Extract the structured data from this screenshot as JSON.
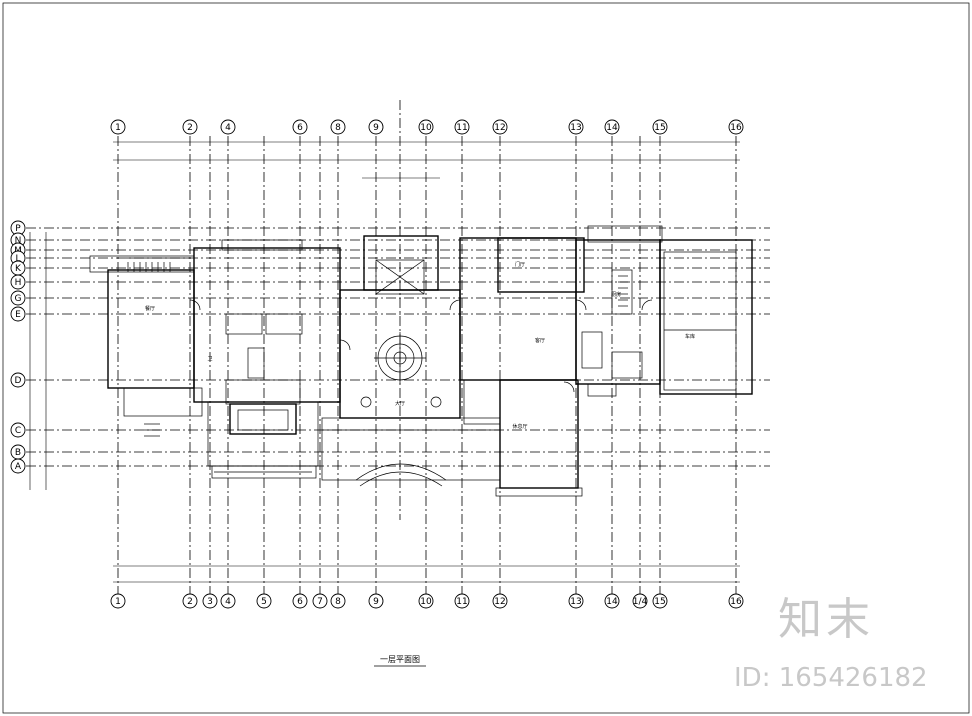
{
  "drawing": {
    "title": "一层平面图",
    "top_axes": [
      "1",
      "2",
      "4",
      "6",
      "8",
      "9",
      "10",
      "11",
      "12",
      "13",
      "14",
      "15",
      "16"
    ],
    "bottom_axes": [
      "1",
      "2",
      "3",
      "4",
      "5",
      "6",
      "7",
      "8",
      "9",
      "10",
      "11",
      "12",
      "13",
      "14",
      "1/4",
      "15",
      "16"
    ],
    "row_axes": [
      "P",
      "N",
      "M",
      "L",
      "K",
      "H",
      "G",
      "E",
      "D",
      "C",
      "B",
      "A"
    ],
    "rooms": [
      {
        "id": "r1",
        "label": "餐厅"
      },
      {
        "id": "r2",
        "label": "大厅"
      },
      {
        "id": "r3",
        "label": "客厅"
      },
      {
        "id": "r4",
        "label": "厨房"
      },
      {
        "id": "r5",
        "label": "卫"
      },
      {
        "id": "r6",
        "label": "休息厅"
      },
      {
        "id": "r7",
        "label": "门厅"
      },
      {
        "id": "r8",
        "label": "车库"
      }
    ]
  },
  "watermark": {
    "logo": "知末",
    "id_text": "ID: 165426182"
  },
  "colors": {
    "line": "#000000",
    "watermark": "#c8c8c8",
    "background": "#ffffff"
  }
}
